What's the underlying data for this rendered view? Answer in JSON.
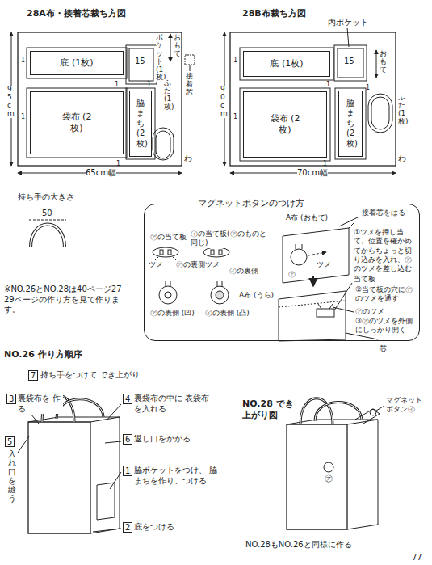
{
  "diagram": {
    "nodes": [
      {
        "text": [
          "底 (1枚)"
        ]
      },
      {
        "text": [
          "袋布 (2枚)"
        ]
      },
      {
        "text": [
          "脇まち (2枚)"
        ]
      },
      {
        "text": [
          "底 (1枚)"
        ]
      },
      {
        "text": [
          "袋布 (2枚)"
        ]
      },
      {
        "text": [
          "脇まち (2枚)"
        ]
      },
      {
        "text": [
          "マグネットボタンのつけ方"
        ]
      }
    ],
    "labels": [
      "28A布・接着芯裁ち方図",
      "28B布裁ち方図",
      "95cm",
      "65cm幅",
      "おもて",
      "わ",
      "15",
      "ポケット(1枚)",
      "ふた(1枚)",
      "接着芯",
      "90cm",
      "70cm幅",
      "内ポケット",
      "おもて",
      "わ",
      "15",
      "ふた(1枚)",
      "1",
      "1",
      "1",
      "1",
      "1",
      "1",
      "1",
      "1",
      "1",
      "1",
      "持ち手の大きさ",
      "50",
      "※NO.26とNO.28は40ページ27 29ページの作り方を見て作ります。",
      "㋐の当て板",
      "㋑の当て板(㋐のものと同じ)",
      "ツメ",
      "㋐の裏側",
      "ツメ",
      "㋑の裏側",
      "㋐の表側 (凹)",
      "㋑の表側 (凸)",
      "接着芯をはる",
      "A布 (おもて)",
      "①ツメを押し当て、位置を確かめてからちょっと切り込みを入れ、㋐のツメを差し込む",
      "ツメ",
      "㋐",
      "A布 (うら)",
      "当て板",
      "②当て板の穴に㋐のツメを通す",
      "㋐のツメ",
      "③㋐のツメを外側にしっかり開く",
      "芯",
      "NO.26 作り方順序",
      "7",
      "持ち手をつけて でき上がり",
      "3",
      "裏袋布を 作る",
      "4",
      "裏袋布の中に 表袋布を入れる",
      "5",
      "入れ口を縫う",
      "6",
      "返し口をかがる",
      "1",
      "脇ポケットをつけ、 脇まちを作り、つける",
      "2",
      "底をつける",
      "NO.28 でき上がり図",
      "マグネット ボタン㋑",
      "㋐",
      "NO.28もNO.26と同様に作る",
      "77"
    ]
  }
}
